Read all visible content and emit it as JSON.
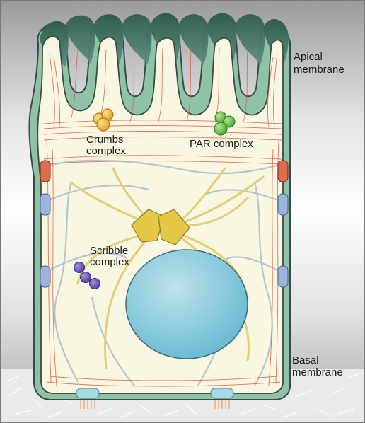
{
  "labels": {
    "apical": [
      "Apical",
      "membrane"
    ],
    "basal": [
      "Basal",
      "membrane"
    ],
    "crumbs": [
      "Crumbs",
      "complex"
    ],
    "par": "PAR complex",
    "scribble": [
      "Scribble",
      "complex"
    ]
  },
  "colors": {
    "background_top": "#9a9b9d",
    "background_mid": "#f7f7f7",
    "cytoplasm": "#f9f7e2",
    "membrane": "#8fc3a8",
    "microvilli": "#3d6b5c",
    "microvilli_light": "#a9cfc0",
    "nucleus": "#7ec4d9",
    "actin": "#d9604a",
    "centrosome": "#e5c845",
    "microtubule": "#e3cf76",
    "intermediate": "#a9c4cf",
    "crumbs": "#f2b53a",
    "par": "#6dc44a",
    "scribble": "#6f5fb8",
    "tight_junction": "#e06b4a",
    "adherens_junction": "#9cb4db",
    "hemidesmosome": "#a8d8e0",
    "basement": "#d6d6d6"
  }
}
